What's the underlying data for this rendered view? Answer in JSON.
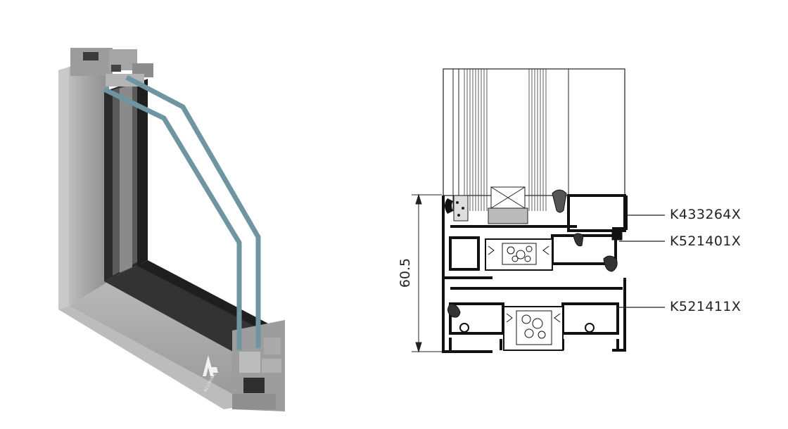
{
  "dimension": {
    "label": "60.5"
  },
  "profile_codes": [
    {
      "code": "K433264X"
    },
    {
      "code": "K521401X"
    },
    {
      "code": "K521411X"
    }
  ],
  "brand": {
    "name": "ALUMINCO"
  },
  "colors": {
    "frame_aluminium": "#a9a9a9",
    "glass_edge": "#6f95a0",
    "section_black": "#111111"
  }
}
